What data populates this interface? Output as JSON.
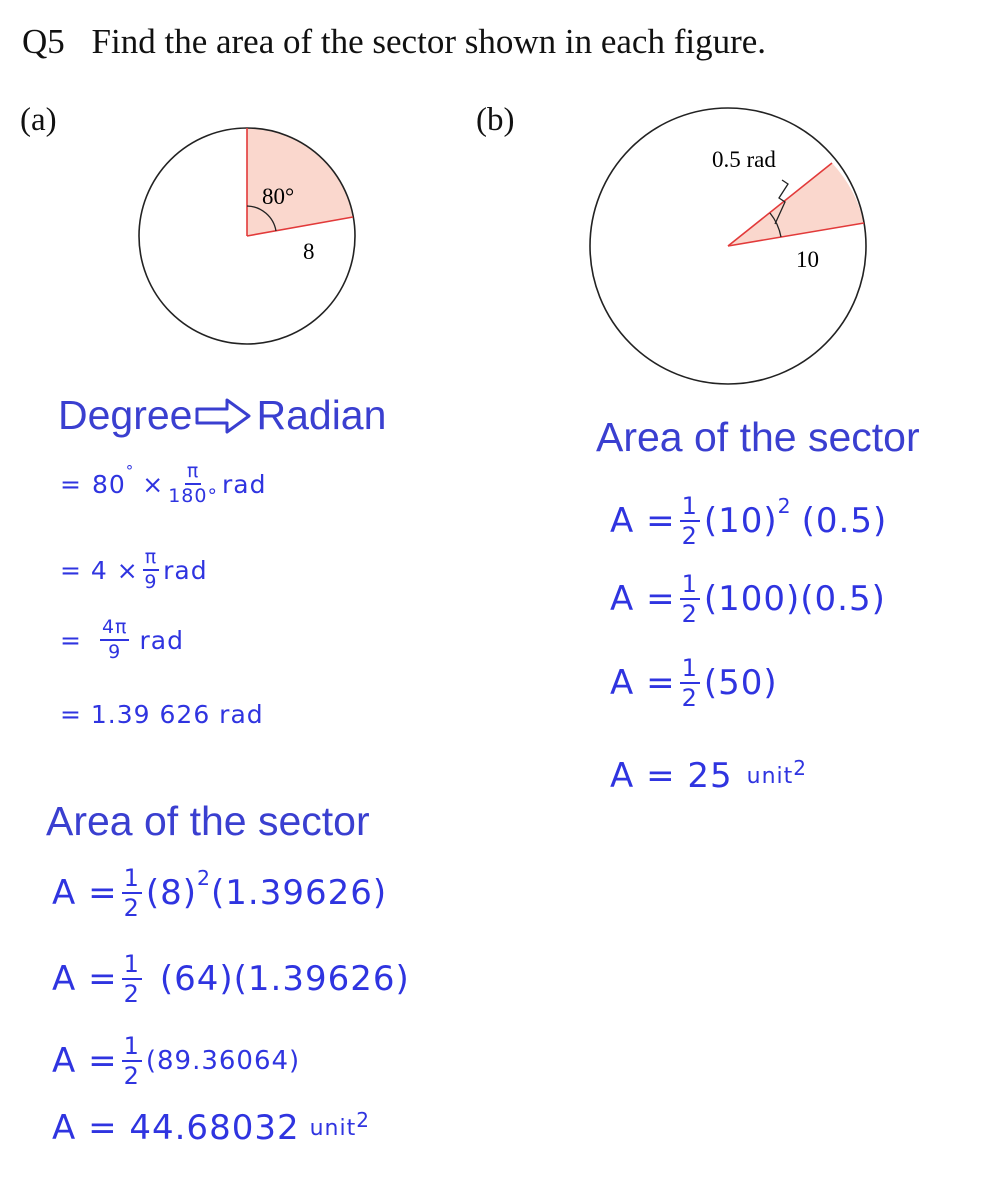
{
  "question": {
    "number": "Q5",
    "text": "Find the area of the sector shown in each figure."
  },
  "figure_a": {
    "label": "(a)",
    "angle_label": "80°",
    "radius_label": "8"
  },
  "figure_b": {
    "label": "(b)",
    "angle_label": "0.5 rad",
    "radius_label": "10"
  },
  "colors": {
    "handwriting": "#2f34e0",
    "heading": "#3a3fd0",
    "sector_fill": "#fad7cd",
    "sector_edge": "#e23a3a"
  },
  "part_a": {
    "conversion_heading_left": "Degree",
    "conversion_arrow": "outline-right-arrow-icon",
    "conversion_heading_right": "Radian",
    "conv_line1": {
      "eq": "=",
      "value": "80",
      "deg": "°",
      "times": "×",
      "num": "π",
      "den": "180°",
      "unit": "rad"
    },
    "conv_line2": {
      "prefix": "= 4 ×",
      "num": "π",
      "den": "9",
      "unit": "rad"
    },
    "conv_line3": {
      "eq": "=",
      "num": "4π",
      "den": "9",
      "unit": "rad"
    },
    "conv_line4": "= 1.39 626 rad",
    "area_heading": "Area of the sector",
    "area_line1": {
      "lhs": "A =",
      "num": "1",
      "den": "2",
      "rest": "(8)",
      "sup": "2",
      "tail": "(1.39626)"
    },
    "area_line2": {
      "lhs": "A =",
      "num": "1",
      "den": "2",
      "rest": "(64)(1.39626)"
    },
    "area_line3": {
      "lhs": "A =",
      "num": "1",
      "den": "2",
      "rest": "(89.36064)"
    },
    "area_line4": {
      "text": "A = 44.68032",
      "unit": "unit",
      "sup": "2"
    }
  },
  "part_b": {
    "area_heading": "Area of the sector",
    "line1": {
      "lhs": "A =",
      "num": "1",
      "den": "2",
      "rest": "(10)",
      "sup": "2",
      "tail": "(0.5)"
    },
    "line2": {
      "lhs": "A =",
      "num": "1",
      "den": "2",
      "rest": "(100)(0.5)"
    },
    "line3": {
      "lhs": "A =",
      "num": "1",
      "den": "2",
      "rest": "(50)"
    },
    "line4": {
      "text": "A = 25",
      "unit": "unit",
      "sup": "2"
    }
  }
}
